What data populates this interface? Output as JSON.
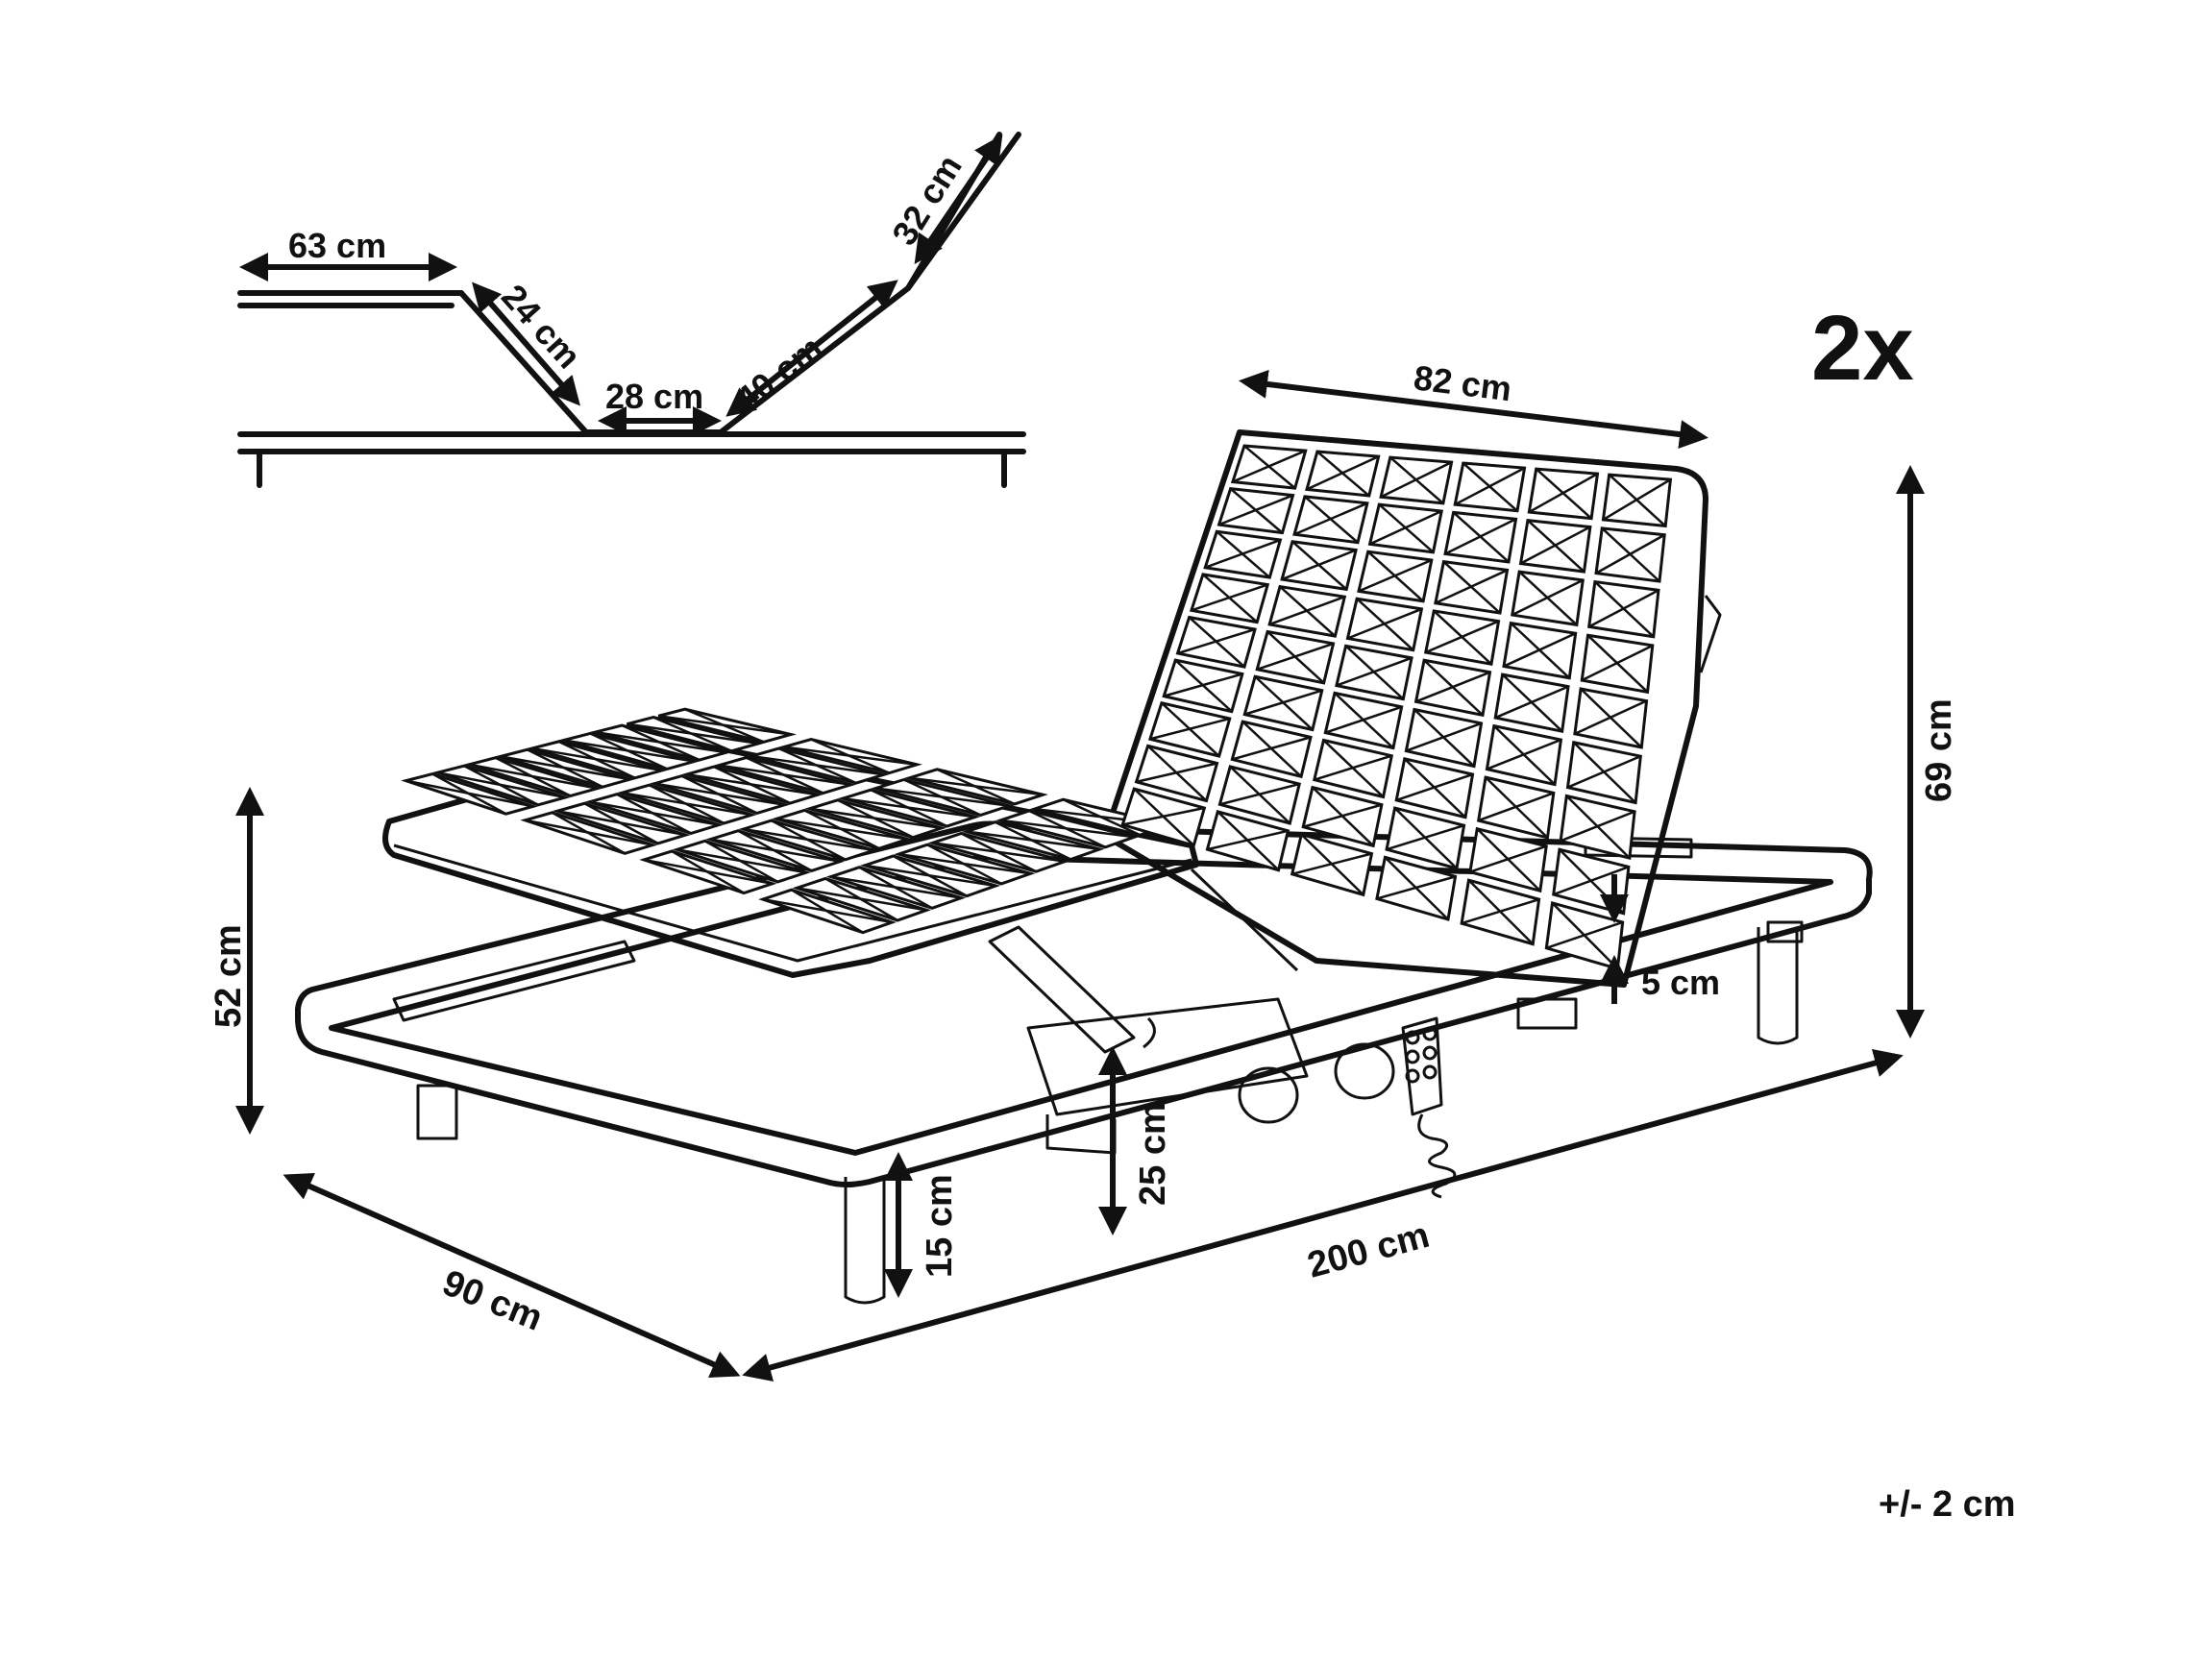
{
  "quantity_label": "2x",
  "tolerance_label": "+/- 2 cm",
  "profile_dimensions": {
    "foot_length": "63 cm",
    "foot_incline": "24 cm",
    "middle_length": "28 cm",
    "back_lower": "40 cm",
    "head_length": "32 cm"
  },
  "bed_dimensions": {
    "head_width": "82 cm",
    "head_height": "69 cm",
    "top_height": "52 cm",
    "frame_height": "25 cm",
    "leg_height": "15 cm",
    "rail_height": "5 cm",
    "length": "200 cm",
    "width": "90 cm"
  },
  "colors": {
    "ink": "#111111",
    "background": "#ffffff"
  },
  "icons": [
    "bed-frame-drawing",
    "remote-control-icon",
    "motor-icon"
  ]
}
